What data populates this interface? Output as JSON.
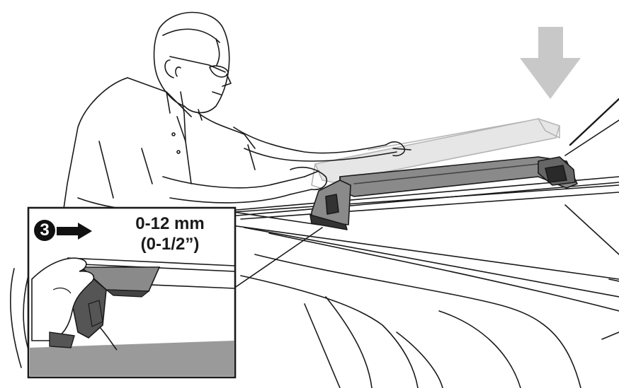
{
  "callout": {
    "step_number": "3",
    "measurement_mm": "0-12 mm",
    "measurement_in": "(0-1/2”)"
  },
  "icons": {
    "step_arrow": "arrow-right-icon",
    "press_arrow": "arrow-down-icon"
  },
  "colors": {
    "line_art": "#1a1a1a",
    "bar_fill": "#8a8a8a",
    "ghost_bar": "#d2d2d2",
    "press_arrow": "#c8c8c8",
    "detail_shade": "#9a9a9a",
    "foot_dark": "#555555"
  }
}
